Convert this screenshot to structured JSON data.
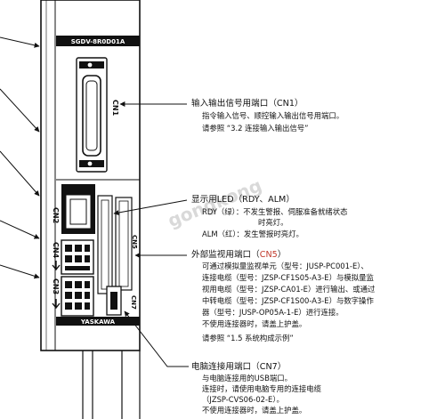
{
  "device": {
    "model_label": "SGDV-8R0D01A",
    "brand_label": "YASKAWA",
    "connector_labels": {
      "cn1": "CN1",
      "cn2": "CN2",
      "cn4": "CN4",
      "cn3": "CN3",
      "cn5": "CN5",
      "cn7": "CN7"
    }
  },
  "callouts": {
    "cn1": {
      "title": "输入输出信号用端口（CN1）",
      "lines": [
        "指令输入信号、顺控输入输出信号用端口。",
        "请参照 “3.2 连接输入输出信号”"
      ]
    },
    "led": {
      "title": "显示用LED（RDY、ALM）",
      "lines": [
        "RDY（绿）：不发生警报、伺服准备就绪状态",
        "时亮灯。",
        "ALM（红）：发生警报时亮灯。"
      ]
    },
    "cn5": {
      "title_prefix": "外部监视用端口（",
      "title_code": "CN5",
      "title_suffix": "）",
      "lines": [
        "可通过模拟量监视单元（型号：JUSP-PC001-E）、",
        "连接电缆（型号：JZSP-CF1S05-A3-E）与模拟量监",
        "视用电缆（型号：JZSP-CA01-E）进行输出、或通过",
        "中转电缆（型号：JZSP-CF1S00-A3-E）与数字操作",
        "器（型号：JUSP-OP05A-1-E）进行连接。",
        "不使用连接器时，请盖上护盖。",
        "请参照 “1.5 系统构成示例”"
      ]
    },
    "cn7": {
      "title": "电脑连接用端口（CN7）",
      "lines": [
        "与电脑连接用的USB端口。",
        "连接时，请使用电脑专用的连接电缆",
        "（JZSP-CVS06-02-E）。",
        "不使用连接器时，请盖上护盖。"
      ]
    }
  },
  "watermark": "gongkong"
}
